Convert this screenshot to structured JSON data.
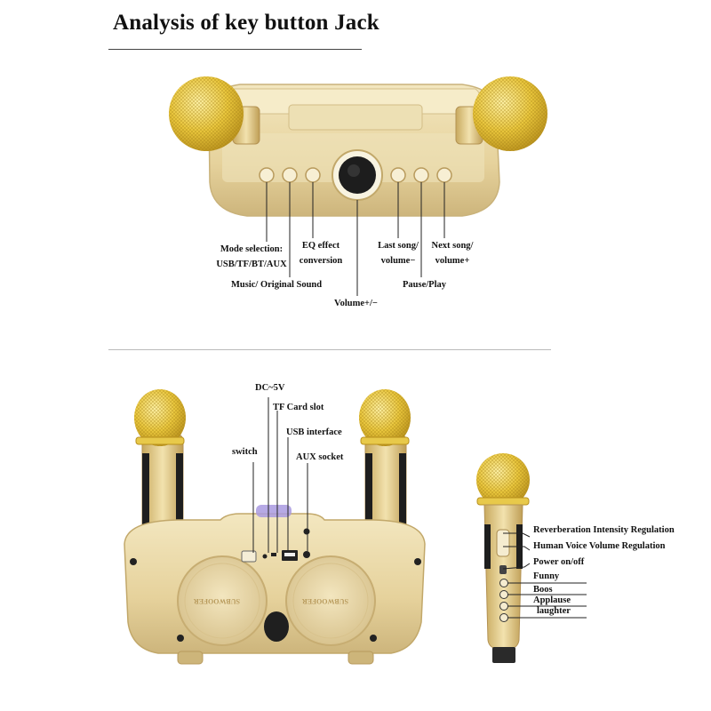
{
  "title": "Analysis of key button Jack",
  "top_labels": {
    "mode_selection": "Mode selection:",
    "mode_values": "USB/TF/BT/AUX",
    "eq_effect": "EQ effect",
    "eq_conversion": "conversion",
    "music_original": "Music/ Original Sound",
    "volume": "Volume+/−",
    "last_song": "Last song/",
    "last_volume": "volume−",
    "next_song": "Next song/",
    "next_volume": "volume+",
    "pause_play": "Pause/Play"
  },
  "back_labels": {
    "dc": "DC~5V",
    "tf": "TF Card slot",
    "usb": "USB interface",
    "switch": "switch",
    "aux": "AUX socket",
    "subwoofer_left": "SUBWOOFER",
    "subwoofer_right": "SUBWOOFER"
  },
  "mic_labels": {
    "reverb": "Reverberation Intensity Regulation",
    "human_voice": "Human Voice Volume Regulation",
    "power": "Power on/off",
    "funny": "Funny",
    "boos": "Boos",
    "applause": "Applause",
    "laughter": "laughter"
  },
  "colors": {
    "gold_body": "#e8d7a6",
    "gold_light": "#f6ecc9",
    "gold_dark": "#c9b27a",
    "mic_mesh": "#e8c43a",
    "line": "#222222"
  }
}
